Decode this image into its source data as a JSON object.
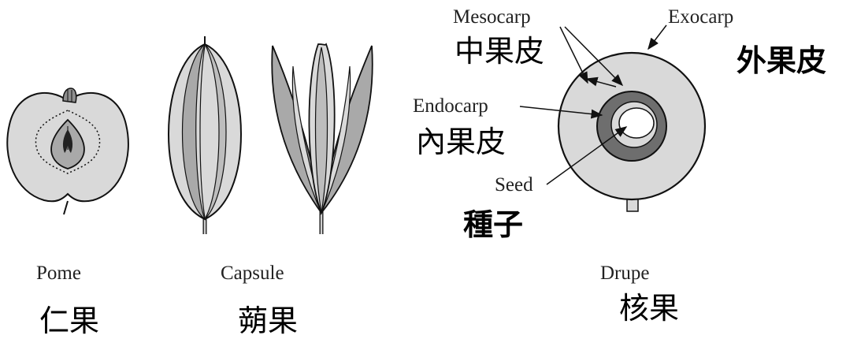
{
  "fruits": {
    "pome": {
      "label_en": "Pome",
      "label_zh": "仁果"
    },
    "capsule": {
      "label_en": "Capsule",
      "label_zh": "蒴果"
    },
    "drupe": {
      "label_en": "Drupe",
      "label_zh": "核果"
    }
  },
  "drupe_parts": {
    "mesocarp": {
      "label_en": "Mesocarp",
      "label_zh": "中果皮"
    },
    "exocarp": {
      "label_en": "Exocarp",
      "label_zh": "外果皮"
    },
    "endocarp": {
      "label_en": "Endocarp",
      "label_zh": "內果皮"
    },
    "seed": {
      "label_en": "Seed",
      "label_zh": "種子"
    }
  },
  "colors": {
    "flesh": "#d9d9d9",
    "dark_layer": "#6e6e6e",
    "mid_gray": "#a9a9a9",
    "outline": "#111111"
  }
}
